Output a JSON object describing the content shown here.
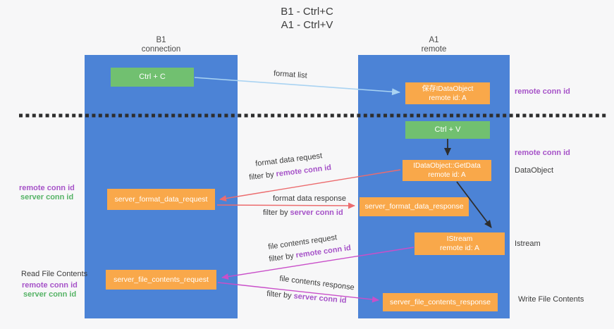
{
  "title": {
    "line1": "B1 - Ctrl+C",
    "line2": "A1 - Ctrl+V"
  },
  "columns": {
    "left": {
      "name": "B1",
      "role": "connection"
    },
    "right": {
      "name": "A1",
      "role": "remote"
    }
  },
  "boxes": {
    "ctrl_c": {
      "label": "Ctrl + C"
    },
    "save_idataobject": {
      "line1": "保存IDataObject",
      "line2": "remote id: A"
    },
    "ctrl_v": {
      "label": "Ctrl + V"
    },
    "getdata": {
      "line1": "IDataObject::GetData",
      "line2": "remote id: A"
    },
    "format_request": {
      "label": "server_format_data_request"
    },
    "format_response": {
      "label": "server_format_data_response"
    },
    "istream": {
      "line1": "IStream",
      "line2": "remote id: A"
    },
    "file_request": {
      "label": "server_file_contents_request"
    },
    "file_response": {
      "label": "server_file_contents_response"
    }
  },
  "left_labels": {
    "remote_conn_id_1": "remote conn id",
    "server_conn_id_1": "server conn id",
    "read_file_contents": "Read File Contents",
    "remote_conn_id_2": "remote conn id",
    "server_conn_id_2": "server conn id"
  },
  "right_labels": {
    "remote_conn_id_top": "remote conn id",
    "remote_conn_id_mid": "remote conn id",
    "dataobject": "DataObject",
    "istream": "Istream",
    "write_file_contents": "Write File Contents"
  },
  "flow_labels": {
    "format_list": "format list",
    "format_data_request": "format data request",
    "format_data_response": "format data response",
    "file_contents_request": "file contents request",
    "file_contents_response": "file contents response",
    "filter_by": "filter by ",
    "remote_conn_id": "remote conn id",
    "server_conn_id": "server conn id"
  },
  "colors": {
    "blue": "#4c83d6",
    "green": "#71c070",
    "orange": "#f9a84a",
    "purple": "#a653c8",
    "green_text": "#56b366",
    "salmon": "#ec6c6e",
    "magenta": "#c94fc9",
    "light_blue": "#a9d3f2",
    "dark": "#3c3c3c",
    "background": "#f7f7f8",
    "dash": "#2e2e2e"
  }
}
